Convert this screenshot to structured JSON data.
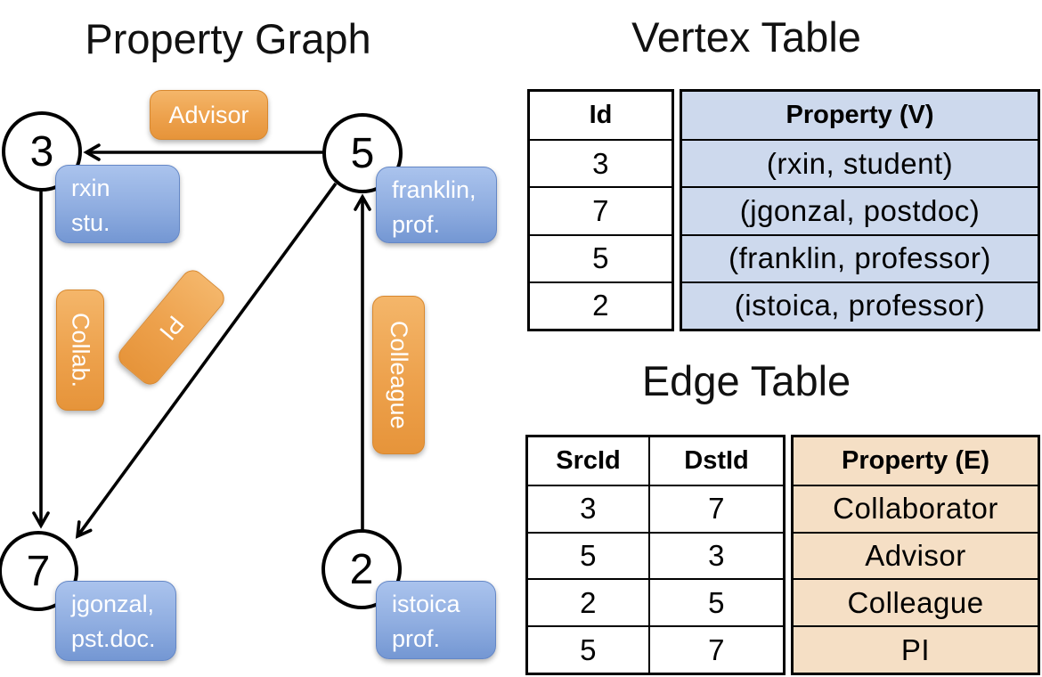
{
  "graph": {
    "title": "Property Graph",
    "nodes": {
      "n3": {
        "id": "3",
        "label_line1": "rxin",
        "label_line2": "stu."
      },
      "n5": {
        "id": "5",
        "label_line1": "franklin,",
        "label_line2": "prof."
      },
      "n7": {
        "id": "7",
        "label_line1": "jgonzal,",
        "label_line2": "pst.doc."
      },
      "n2": {
        "id": "2",
        "label_line1": "istoica",
        "label_line2": "prof."
      }
    },
    "edges": {
      "advisor": {
        "label": "Advisor",
        "src": "5",
        "dst": "3"
      },
      "collab": {
        "label": "Collab.",
        "src": "3",
        "dst": "7"
      },
      "pi": {
        "label": "PI",
        "src": "5",
        "dst": "7"
      },
      "colleague": {
        "label": "Colleague",
        "src": "2",
        "dst": "5"
      }
    }
  },
  "vertex_table": {
    "title": "Vertex Table",
    "columns": {
      "id": "Id",
      "property": "Property (V)"
    },
    "rows": [
      {
        "id": "3",
        "property": "(rxin, student)"
      },
      {
        "id": "7",
        "property": "(jgonzal, postdoc)"
      },
      {
        "id": "5",
        "property": "(franklin, professor)"
      },
      {
        "id": "2",
        "property": "(istoica, professor)"
      }
    ]
  },
  "edge_table": {
    "title": "Edge Table",
    "columns": {
      "src": "SrcId",
      "dst": "DstId",
      "property": "Property (E)"
    },
    "rows": [
      {
        "src": "3",
        "dst": "7",
        "property": "Collaborator"
      },
      {
        "src": "5",
        "dst": "3",
        "property": "Advisor"
      },
      {
        "src": "2",
        "dst": "5",
        "property": "Colleague"
      },
      {
        "src": "5",
        "dst": "7",
        "property": "PI"
      }
    ]
  },
  "colors": {
    "vertex_property_box": "#8fade0",
    "edge_label_box": "#eda14c",
    "vertex_table_cell": "#cdd9ed",
    "edge_table_cell": "#f5dfc5",
    "line": "#000000"
  }
}
